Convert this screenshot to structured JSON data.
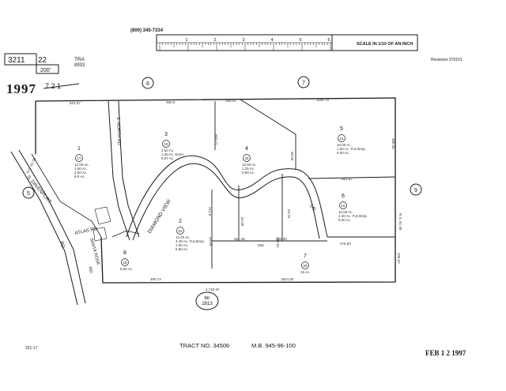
{
  "header": {
    "phone": "(800) 345-7334",
    "scale_label": "SCALE IN 1/10 OF AN INCH",
    "ruler_numbers": [
      "1",
      "2",
      "3",
      "4",
      "5",
      "6"
    ],
    "book": "3211",
    "page": "22",
    "tra_label": "TRA",
    "tra_number": "8933",
    "scale_feet": "200'",
    "year": "1997",
    "year_code": "7 2 1",
    "revision_stamp": "Revisions 970101"
  },
  "page_refs": [
    "6",
    "7",
    "5",
    "9"
  ],
  "book_ref": {
    "label": "BK",
    "number": "2813"
  },
  "parcels": [
    {
      "number": "1",
      "circle": "17",
      "notes": [
        "12.00 Ac.",
        "1.50 Ac.",
        "2.50 Ac.",
        "9.0 Ac."
      ]
    },
    {
      "number": "3",
      "circle": "13",
      "notes": [
        "2.50 Ac.",
        "1.00 Ac. Esmt.",
        "9.57 Ac."
      ]
    },
    {
      "number": "4",
      "circle": "18",
      "notes": [
        "10.00 Ac.",
        "1.25 Ac.",
        "9.50 Ac."
      ]
    },
    {
      "number": "5",
      "circle": "21",
      "notes": [
        "10.00 Ac.",
        "1.50 Ac. Fut.Strsp.",
        "5.00 Ac."
      ]
    },
    {
      "number": "6",
      "circle": "10",
      "notes": [
        "10.00 Ac.",
        "1.40 Ac. Fut.Strsp.",
        "5.00 Ac."
      ]
    },
    {
      "number": "2",
      "circle": "22",
      "notes": [
        "12.00 Ac.",
        "4.40 Ac. Fut.Strsp.",
        "1.00 Ac.",
        "5.50 Ac."
      ]
    },
    {
      "number": "7",
      "circle": "20",
      "notes": [
        "15 Ac."
      ]
    },
    {
      "number": "8",
      "circle": "19",
      "notes": [
        "8.50 Ac."
      ]
    }
  ],
  "streets": {
    "davenport": "S. DAVENPORT",
    "davenport_rd": "RD.",
    "diamond_view": "DIAMOND VIEW",
    "diamond_view_ln": "LN.",
    "north_rd": "S. NORTH RD.",
    "atlas_rd": "ATLAS RD.",
    "santa_rosa": "SANTA ROSA",
    "santa_rosa_rd": "RD."
  },
  "dimensions": [
    "622.57",
    "380.0",
    "190.51",
    "1146.79",
    "653.11",
    "680.25",
    "90.00",
    "661.67",
    "476.83",
    "568",
    "344.00",
    "361.35",
    "1824.00",
    "300.73",
    "4,740.97",
    "50.00",
    "52.00",
    "63.75",
    "205.67",
    "312.5",
    "320.51",
    "H.S. 51-35",
    "R.S. 51-35"
  ],
  "footer": {
    "tract": "TRACT NO. 34506",
    "mb": "M.B. 945-96-100",
    "date_stamp": "FEB 1 2 1997",
    "corner_code": "321-17"
  }
}
